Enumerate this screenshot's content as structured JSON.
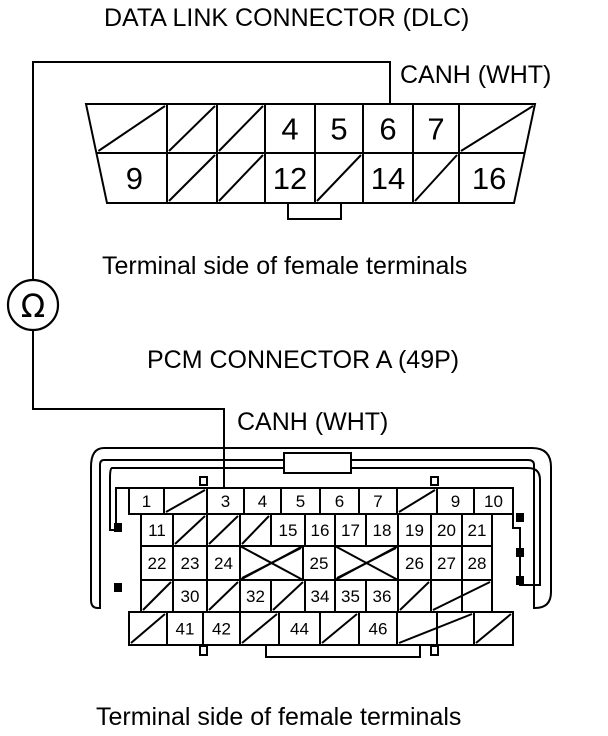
{
  "dlc": {
    "title": "DATA LINK CONNECTOR (DLC)",
    "probe_label": "CANH (WHT)",
    "caption": "Terminal side of female terminals",
    "top_row": [
      "",
      "",
      "",
      "4",
      "5",
      "6",
      "7",
      ""
    ],
    "bottom_row": [
      "9",
      "",
      "",
      "12",
      "",
      "14",
      "",
      "16"
    ]
  },
  "meter": {
    "symbol": "Ω"
  },
  "pcm": {
    "title": "PCM CONNECTOR A (49P)",
    "probe_label": "CANH (WHT)",
    "caption": "Terminal side of female terminals",
    "row1": [
      "1",
      "",
      "3",
      "4",
      "5",
      "6",
      "7",
      "",
      "9",
      "10"
    ],
    "row2": [
      "11",
      "",
      "",
      "",
      "15",
      "16",
      "17",
      "18",
      "19",
      "20",
      "21"
    ],
    "row3": [
      "22",
      "23",
      "24",
      "",
      "25",
      "",
      "26",
      "27",
      "28"
    ],
    "row4": [
      "",
      "30",
      "",
      "32",
      "",
      "34",
      "35",
      "36",
      "",
      ""
    ],
    "row5": [
      "",
      "41",
      "42",
      "",
      "44",
      "",
      "46",
      "",
      ""
    ]
  },
  "colors": {
    "line": "#000000",
    "background": "#ffffff"
  }
}
